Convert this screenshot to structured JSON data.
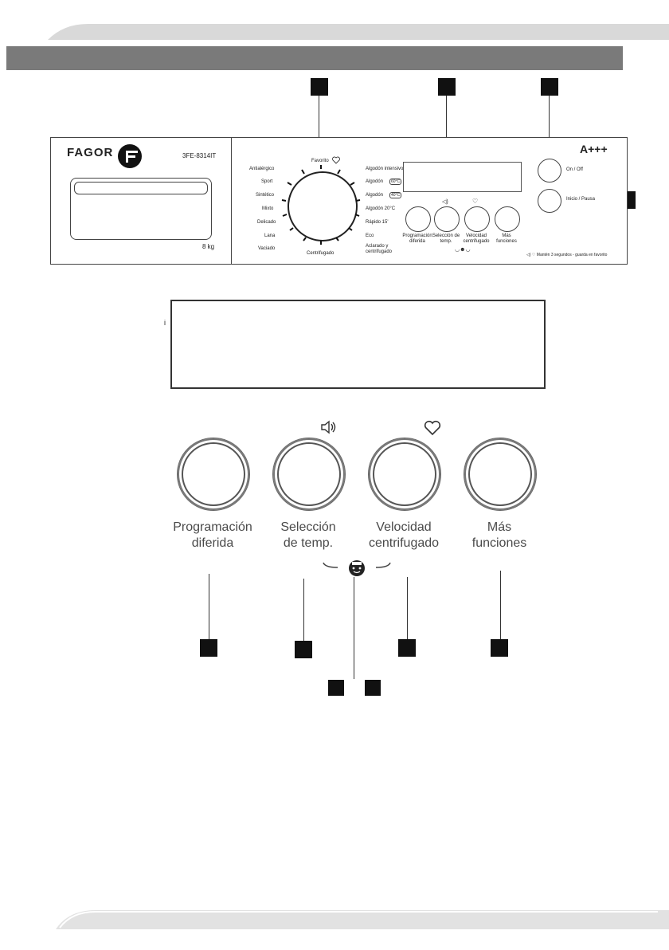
{
  "panel": {
    "brand": "FAGOR",
    "model": "3FE-8314IT",
    "capacity": "8 kg",
    "energy_class": "A+++",
    "favorite_label": "Favorito",
    "centrifugado_label": "Centrifugado",
    "programs_left": [
      "Antialérgico",
      "Sport",
      "Sintético",
      "Mixto",
      "Delicado",
      "Lana",
      "Vaciado"
    ],
    "programs_right": [
      "Algodón intensivo",
      "Algodón",
      "Algodón",
      "Algodón 20°C",
      "Rápido 15'",
      "Eco",
      "Aclarado y centrifugado"
    ],
    "program_tags": [
      "",
      "60°C",
      "40°C",
      "",
      "",
      "",
      ""
    ],
    "on_off": "On / Off",
    "start_pause": "Inicio / Pausa",
    "small_buttons": [
      "Programación diferida",
      "Selección de temp.",
      "Velocidad centrifugado",
      "Más funciones"
    ],
    "hint": "Mantén 3 segundos - guarda en favorito"
  },
  "display": {
    "mark": "i"
  },
  "buttons": [
    {
      "label": "Programación\ndiferida"
    },
    {
      "label": "Selección\nde temp."
    },
    {
      "label": "Velocidad\ncentrifugado"
    },
    {
      "label": "Más\nfunciones"
    }
  ],
  "icons": {
    "sound": "speaker-icon",
    "favorite": "heart-icon",
    "child_lock": "child-lock-icon"
  }
}
